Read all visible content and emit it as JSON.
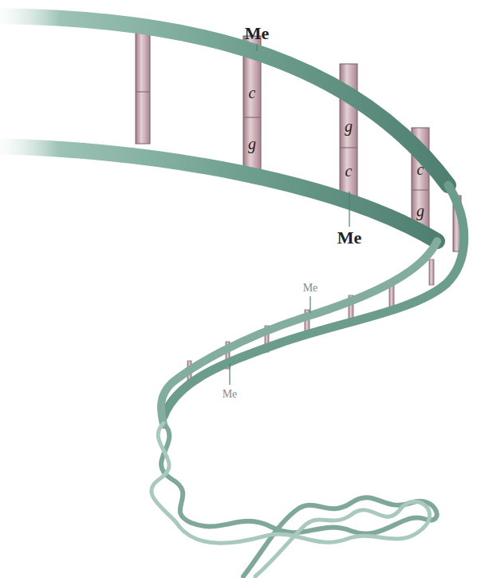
{
  "diagram": {
    "labels": [
      "Me",
      "c",
      "g",
      "g",
      "c",
      "c",
      "g",
      "Me",
      "Me",
      "Me"
    ]
  }
}
